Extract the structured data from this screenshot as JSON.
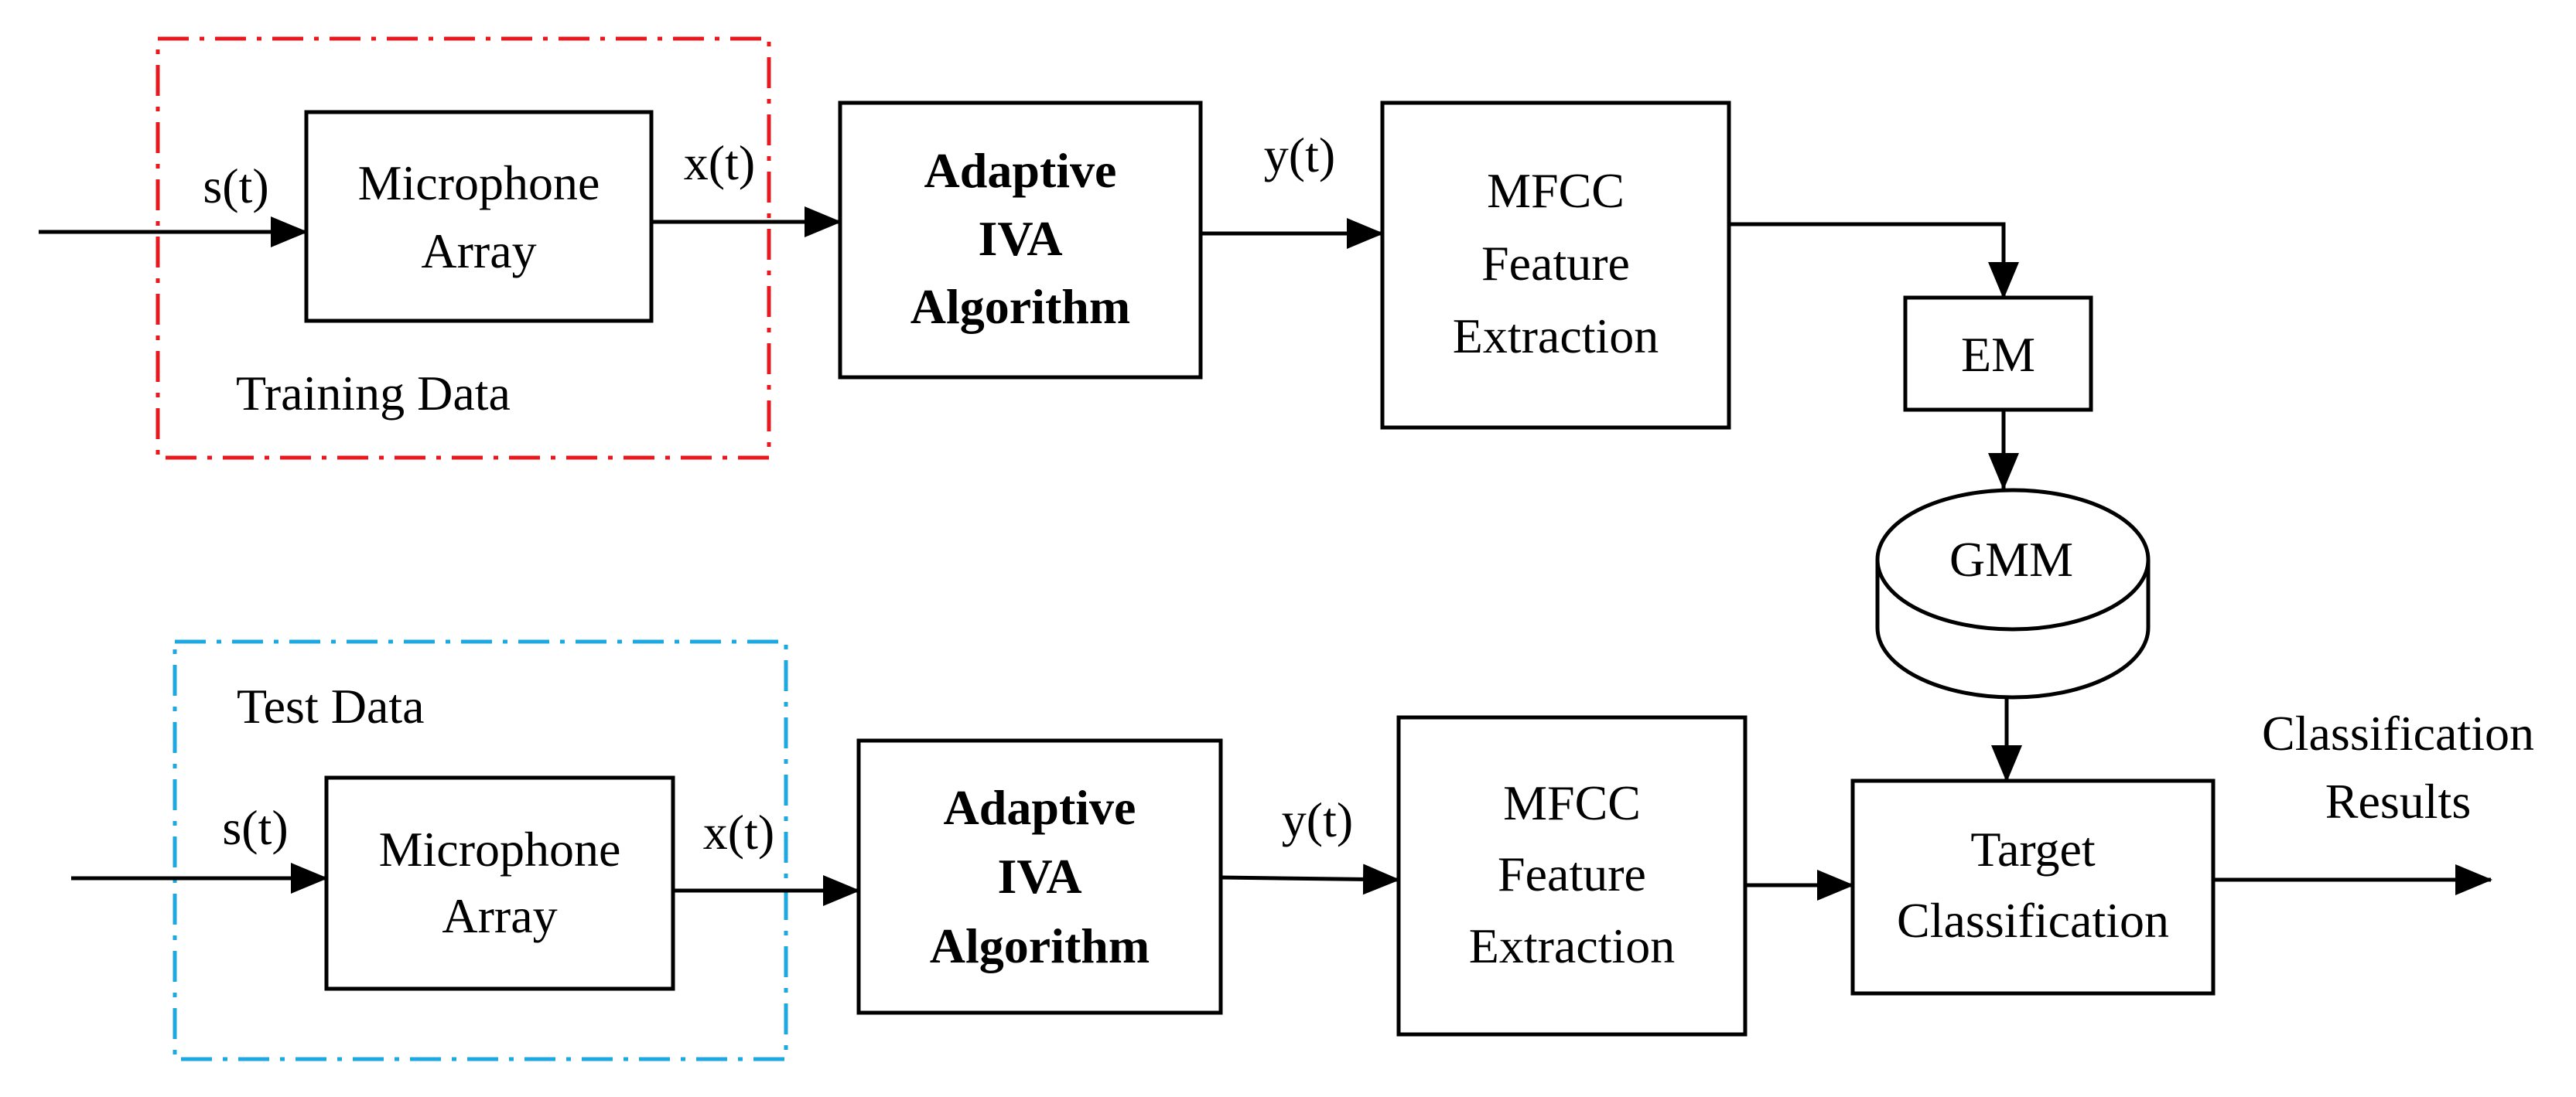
{
  "colors": {
    "line": "#000000",
    "training_frame": "#e8191e",
    "test_frame": "#1ca9e1",
    "background": "#ffffff"
  },
  "training": {
    "frame_label": "Training Data",
    "input_signal": "s(t)",
    "mic_line1": "Microphone",
    "mic_line2": "Array",
    "mixed_signal": "x(t)",
    "iva_line1": "Adaptive",
    "iva_line2": "IVA",
    "iva_line3": "Algorithm",
    "separated_signal": "y(t)",
    "mfcc_line1": "MFCC",
    "mfcc_line2": "Feature",
    "mfcc_line3": "Extraction"
  },
  "model": {
    "em_label": "EM",
    "gmm_label": "GMM"
  },
  "test": {
    "frame_label": "Test Data",
    "input_signal": "s(t)",
    "mic_line1": "Microphone",
    "mic_line2": "Array",
    "mixed_signal": "x(t)",
    "iva_line1": "Adaptive",
    "iva_line2": "IVA",
    "iva_line3": "Algorithm",
    "separated_signal": "y(t)",
    "mfcc_line1": "MFCC",
    "mfcc_line2": "Feature",
    "mfcc_line3": "Extraction",
    "classifier_line1": "Target",
    "classifier_line2": "Classification",
    "output_line1": "Classification",
    "output_line2": "Results"
  }
}
